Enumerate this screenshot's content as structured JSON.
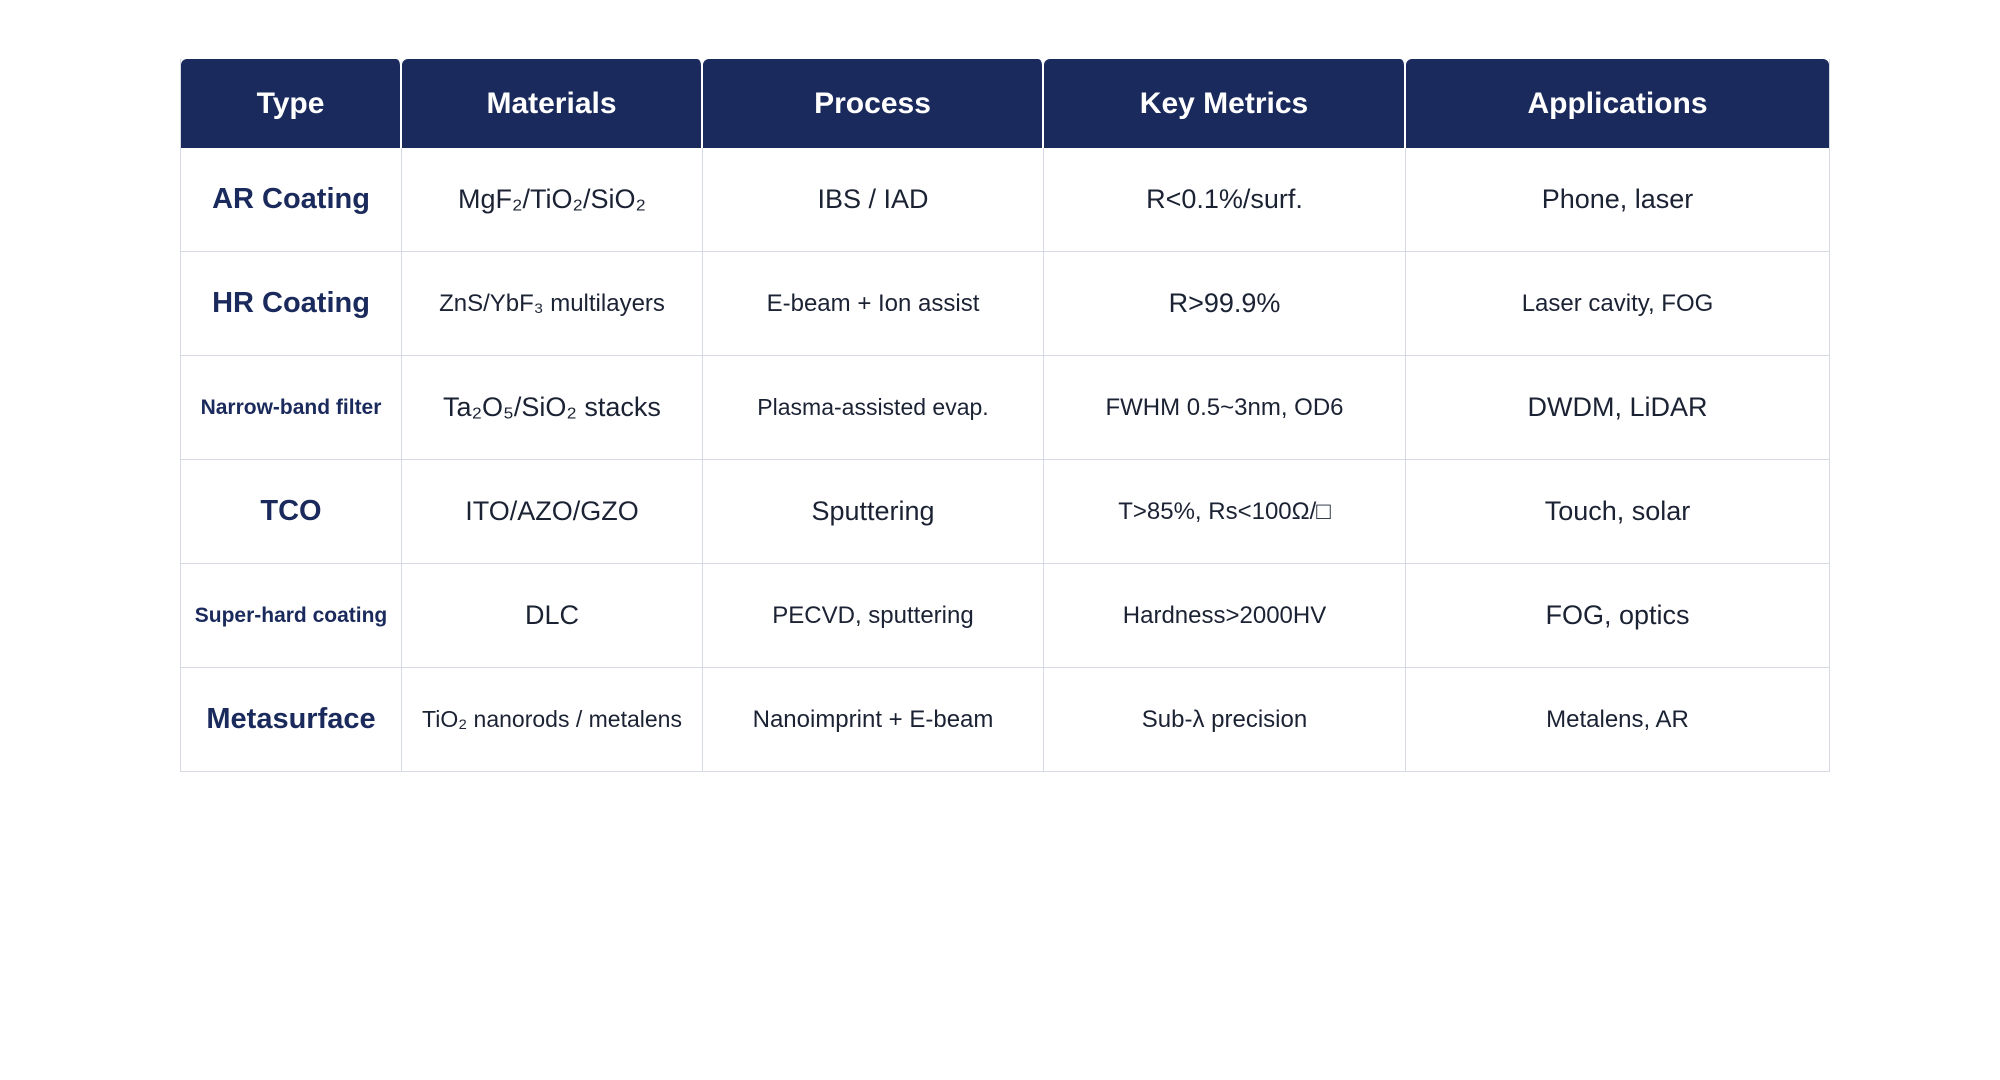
{
  "table": {
    "headers": [
      "Type",
      "Materials",
      "Process",
      "Key Metrics",
      "Applications"
    ],
    "rows": [
      {
        "type": "AR Coating",
        "materials": "MgF₂/TiO₂/SiO₂",
        "process": "IBS / IAD",
        "metrics": "R<0.1%/surf.",
        "applications": "Phone, laser"
      },
      {
        "type": "HR Coating",
        "materials": "ZnS/YbF₃ multilayers",
        "process": "E-beam + Ion assist",
        "metrics": "R>99.9%",
        "applications": "Laser cavity, FOG"
      },
      {
        "type": "Narrow-band filter",
        "materials": "Ta₂O₅/SiO₂ stacks",
        "process": "Plasma-assisted evap.",
        "metrics": "FWHM 0.5~3nm, OD6",
        "applications": "DWDM, LiDAR"
      },
      {
        "type": "TCO",
        "materials": "ITO/AZO/GZO",
        "process": "Sputtering",
        "metrics": "T>85%, Rs<100Ω/□",
        "applications": "Touch, solar"
      },
      {
        "type": "Super-hard coating",
        "materials": "DLC",
        "process": "PECVD, sputtering",
        "metrics": "Hardness>2000HV",
        "applications": "FOG, optics"
      },
      {
        "type": "Metasurface",
        "materials": "TiO₂ nanorods / metalens",
        "process": "Nanoimprint + E-beam",
        "metrics": "Sub-λ precision",
        "applications": "Metalens, AR"
      }
    ]
  },
  "colors": {
    "header_bg": "#1b2a5c",
    "header_text": "#ffffff",
    "type_text": "#1b2a5c",
    "cell_text": "#1b2233",
    "grid_line": "#d4d9e3"
  }
}
